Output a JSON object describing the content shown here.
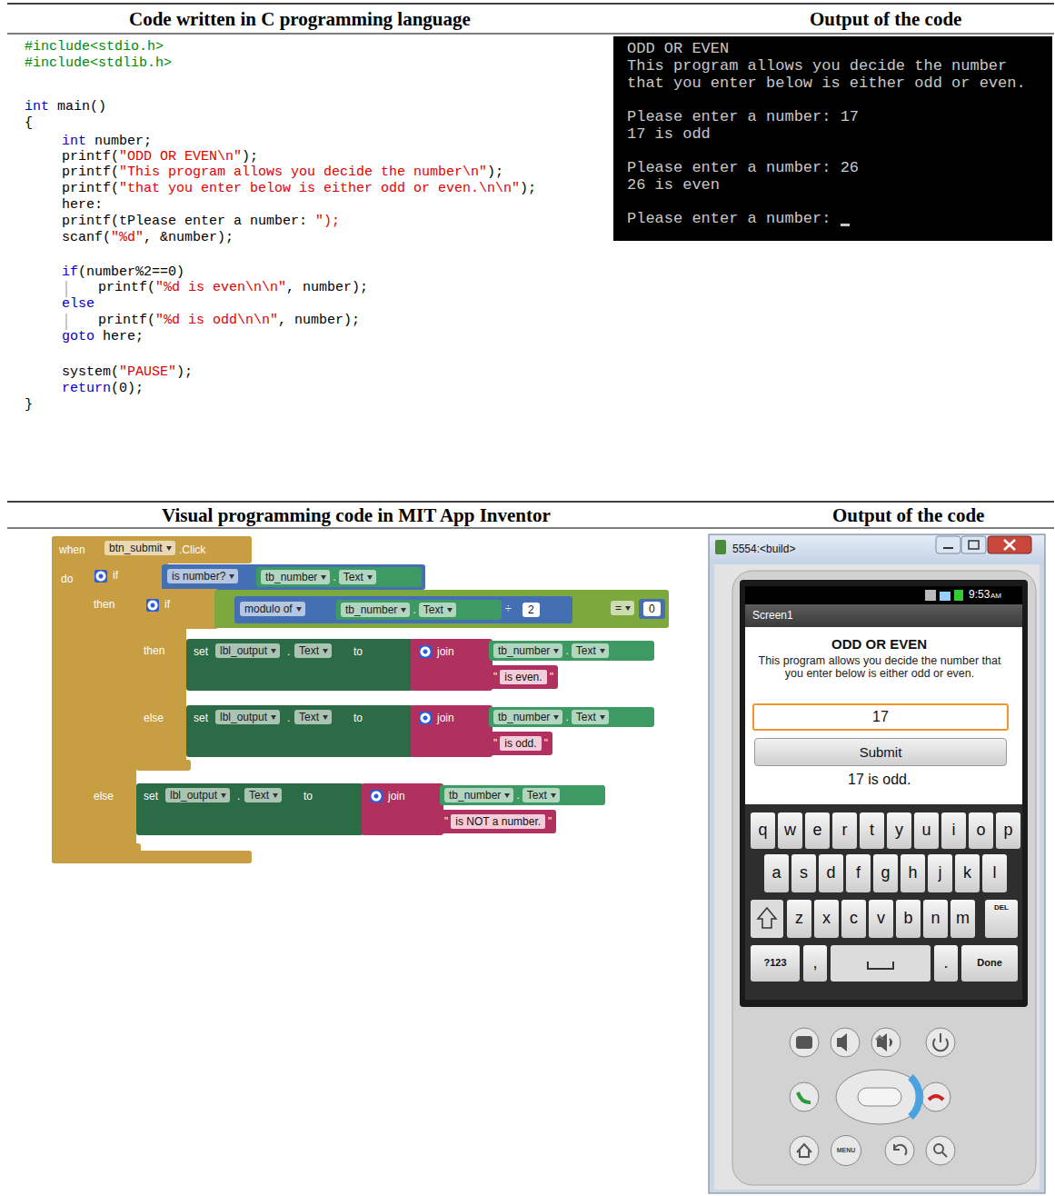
{
  "diagram": {
    "nodes": [
      {
        "text": [
          "ODD OR EVEN",
          "This program allows you decide the number",
          "that you enter below is either odd or even.",
          "Please enter a number: 17",
          "17 is odd",
          "Please enter a number: 26",
          "26 is even",
          "Please enter a number:"
        ]
      },
      {
        "text": [
          "when",
          "btn_submit",
          ".Click",
          "do"
        ]
      },
      {
        "text": [
          "if",
          "then",
          "else"
        ],
        "in": 1
      },
      {
        "text": [
          "is number?"
        ],
        "in": 2
      },
      {
        "text": [
          "tb_number",
          ".",
          "Text"
        ],
        "in": 3
      },
      {
        "text": [
          "if",
          "then",
          "else"
        ],
        "in": 2
      },
      {
        "text": [
          "="
        ],
        "in": 5
      },
      {
        "text": [
          "modulo of",
          "÷"
        ],
        "in": 6
      },
      {
        "text": [
          "tb_number",
          ".",
          "Text"
        ],
        "in": 7
      },
      {
        "text": [
          "2"
        ],
        "in": 7
      },
      {
        "text": [
          "0"
        ],
        "in": 6
      },
      {
        "text": [
          "set",
          "lbl_output",
          ".",
          "Text",
          "to"
        ],
        "in": 5
      },
      {
        "text": [
          "join"
        ],
        "in": 11
      },
      {
        "text": [
          "tb_number",
          ".",
          "Text"
        ],
        "in": 12
      },
      {
        "text": [
          "\"",
          "is even.",
          "\""
        ],
        "in": 12
      },
      {
        "text": [
          "set",
          "lbl_output",
          ".",
          "Text",
          "to"
        ],
        "in": 5
      },
      {
        "text": [
          "join"
        ],
        "in": 15
      },
      {
        "text": [
          "tb_number",
          ".",
          "Text"
        ],
        "in": 16
      },
      {
        "text": [
          "\"",
          "is odd.",
          "\""
        ],
        "in": 16
      },
      {
        "text": [
          "set",
          "lbl_output",
          ".",
          "Text",
          "to"
        ],
        "in": 2
      },
      {
        "text": [
          "join"
        ],
        "in": 19
      },
      {
        "text": [
          "tb_number",
          ".",
          "Text"
        ],
        "in": 20
      },
      {
        "text": [
          "\"",
          "is NOT a number.",
          "\""
        ],
        "in": 20
      },
      {
        "text": [
          "Screen1"
        ]
      },
      {
        "text": [
          "17"
        ]
      },
      {
        "text": [
          "Submit"
        ]
      },
      {
        "text": [
          "q"
        ]
      },
      {
        "text": [
          "w"
        ]
      },
      {
        "text": [
          "e"
        ]
      },
      {
        "text": [
          "r"
        ]
      },
      {
        "text": [
          "t"
        ]
      },
      {
        "text": [
          "y"
        ]
      },
      {
        "text": [
          "u"
        ]
      },
      {
        "text": [
          "i"
        ]
      },
      {
        "text": [
          "o"
        ]
      },
      {
        "text": [
          "p"
        ]
      },
      {
        "text": [
          "a"
        ]
      },
      {
        "text": [
          "s"
        ]
      },
      {
        "text": [
          "d"
        ]
      },
      {
        "text": [
          "f"
        ]
      },
      {
        "text": [
          "g"
        ]
      },
      {
        "text": [
          "h"
        ]
      },
      {
        "text": [
          "j"
        ]
      },
      {
        "text": [
          "k"
        ]
      },
      {
        "text": [
          "l"
        ]
      },
      {
        "text": [
          "z"
        ]
      },
      {
        "text": [
          "x"
        ]
      },
      {
        "text": [
          "c"
        ]
      },
      {
        "text": [
          "v"
        ]
      },
      {
        "text": [
          "b"
        ]
      },
      {
        "text": [
          "n"
        ]
      },
      {
        "text": [
          "m"
        ]
      },
      {
        "text": [
          "DEL"
        ]
      },
      {
        "text": [
          "?123"
        ]
      },
      {
        "text": [
          ","
        ]
      },
      {
        "text": [
          "."
        ]
      },
      {
        "text": [
          "Done"
        ]
      },
      {
        "text": [
          "MENU"
        ]
      }
    ],
    "labels": [
      "Code written in C programming language",
      "Output of the code",
      "#include<stdio.h>",
      "#include<stdlib.h>",
      "int main()",
      "{",
      "int number;",
      "printf(\"ODD OR EVEN\\n\");",
      "printf(\"This program allows you decide the number\\n\");",
      "printf(\"that you enter below is either odd or even.\\n\\n\");",
      "here:",
      "printf(tPlease enter a number: \");",
      "scanf(\"%d\", &number);",
      "if(number%2==0)",
      "printf(\"%d is even\\n\\n\", number);",
      "else",
      "printf(\"%d is odd\\n\\n\", number);",
      "goto here;",
      "system(\"PAUSE\");",
      "return(0);",
      "}",
      "Visual programming code in MIT App Inventor",
      "Output of the code",
      "5554:<build>",
      "9:53",
      "AM",
      "ODD OR EVEN",
      "This program allows you decide the number that you enter below is either odd or even.",
      "17 is odd."
    ]
  }
}
